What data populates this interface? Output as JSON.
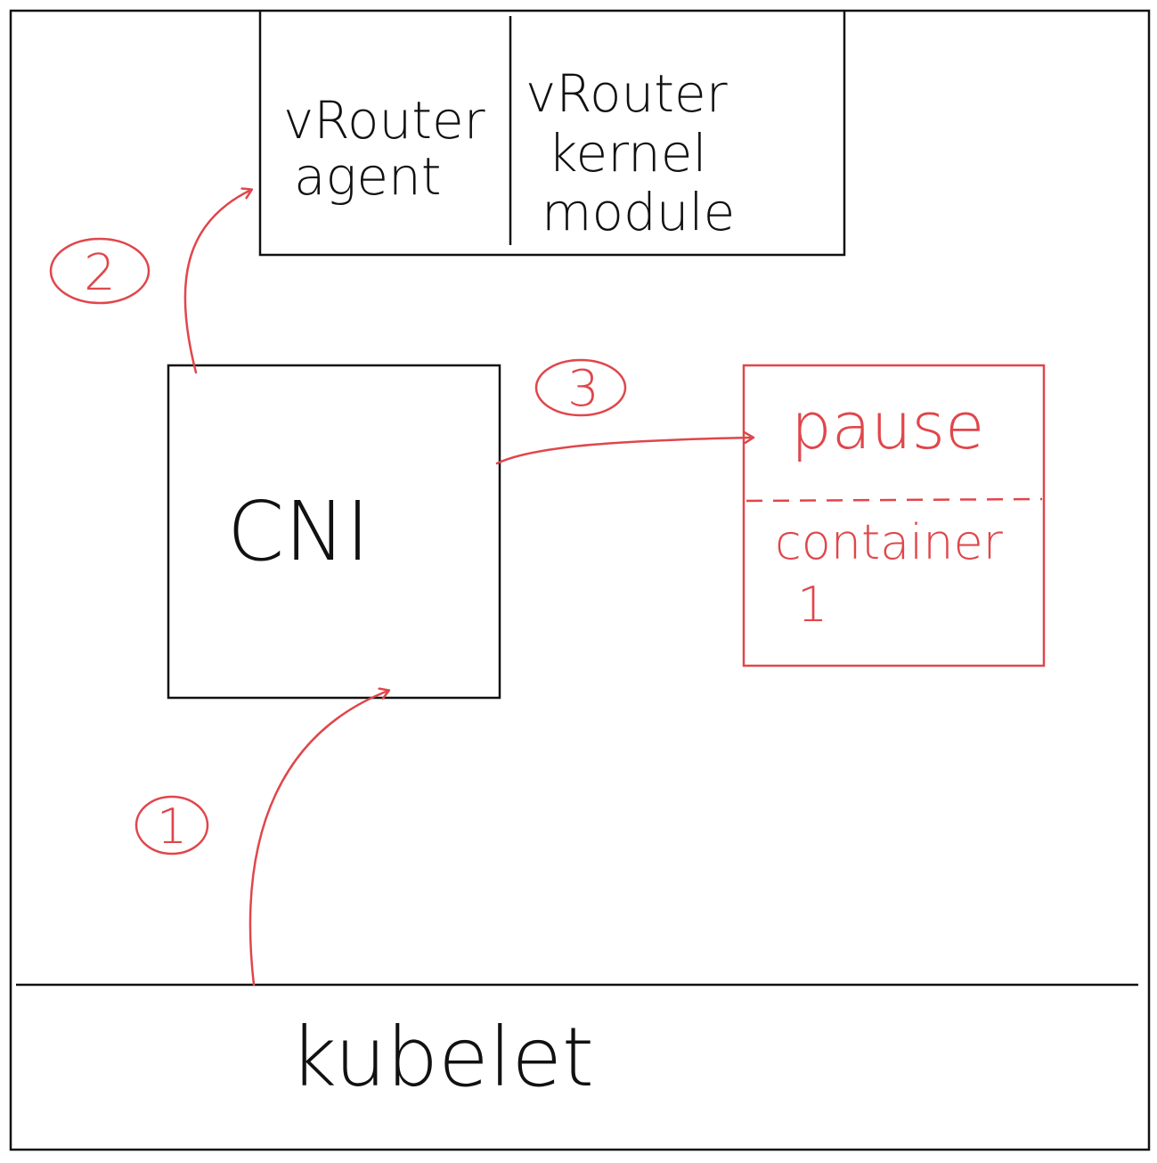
{
  "colors": {
    "ink": "#111111",
    "accent": "#e0464b",
    "background": "#ffffff"
  },
  "vrouter": {
    "agent_line1": "vRouter",
    "agent_line2": "agent",
    "kernel_line1": "vRouter",
    "kernel_line2": "kernel",
    "kernel_line3": "module"
  },
  "cni": {
    "label": "CNI"
  },
  "pod": {
    "pause_label": "pause",
    "container_line1": "container",
    "container_line2": "1"
  },
  "kubelet": {
    "label": "kubelet"
  },
  "steps": {
    "step1": "1",
    "step2": "2",
    "step3": "3"
  }
}
